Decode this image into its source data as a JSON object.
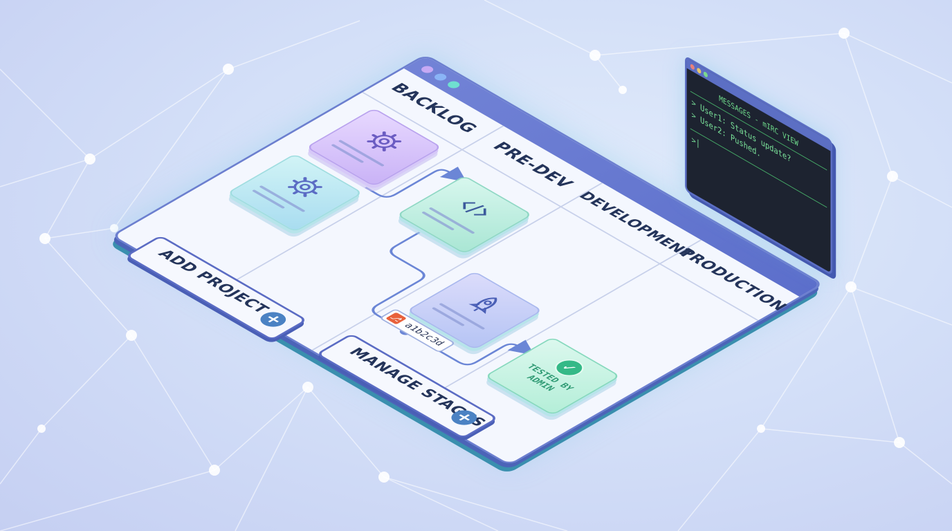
{
  "board": {
    "columns": [
      {
        "name": "BACKLOG"
      },
      {
        "name": "PRE-DEV"
      },
      {
        "name": "DEVELOPMENT"
      },
      {
        "name": "PRODUCTION"
      }
    ],
    "cards": [
      {
        "name": "backlog-card-settings-1",
        "icon": "gear-icon",
        "color": "purple"
      },
      {
        "name": "backlog-card-settings-2",
        "icon": "gear-icon",
        "color": "teal"
      },
      {
        "name": "predev-card-code",
        "icon": "code-icon",
        "color": "green"
      },
      {
        "name": "development-card-deploy",
        "icon": "rocket-icon",
        "color": "blue"
      },
      {
        "name": "production-card-tested",
        "icon": "check-icon",
        "color": "green"
      }
    ],
    "commit": {
      "hash": "a1b2c3d",
      "icon": "git-icon"
    },
    "tested_stamp": "TESTED BY ADMIN"
  },
  "buttons": {
    "add_project": "ADD PROJECT",
    "manage_stages": "MANAGE STAGES"
  },
  "terminal": {
    "title": "MESSAGES - mIRC VIEW",
    "lines": [
      "> User1: Status update?",
      "> User2: Pushed.",
      ">|"
    ]
  },
  "colors": {
    "accent": "#5c6fcb",
    "terminal_text": "#7be39a",
    "check": "#34b987",
    "git": "#e8613b"
  }
}
